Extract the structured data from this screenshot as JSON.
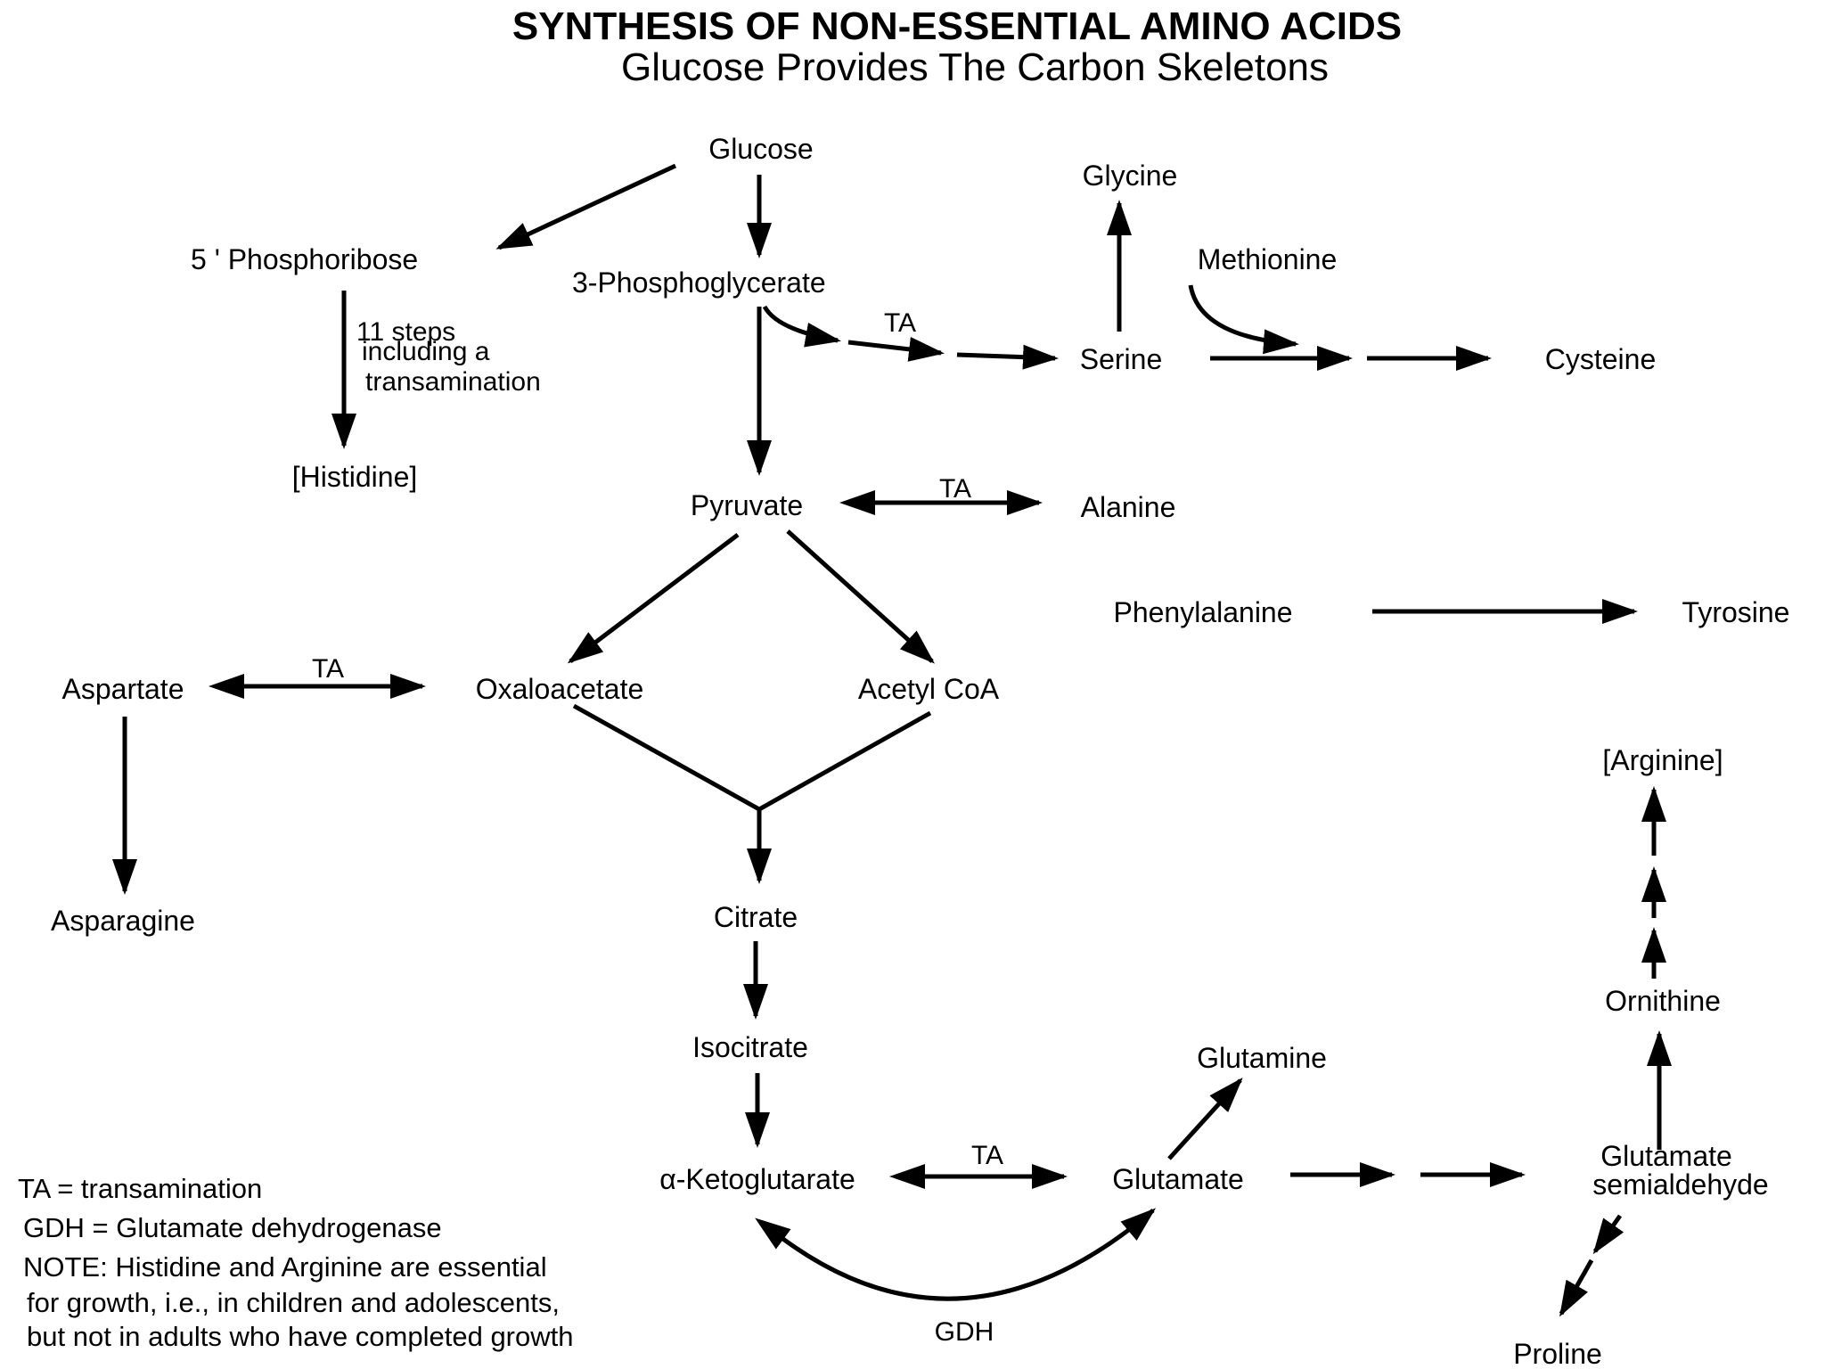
{
  "header": {
    "title": "SYNTHESIS OF NON-ESSENTIAL AMINO ACIDS",
    "subtitle": "Glucose Provides The Carbon Skeletons"
  },
  "nodes": {
    "glucose": "Glucose",
    "phosphoribose": "5 ' Phosphoribose",
    "phosphoglycerate": "3-Phosphoglycerate",
    "glycine": "Glycine",
    "methionine": "Methionine",
    "serine": "Serine",
    "cysteine": "Cysteine",
    "histidine": "[Histidine]",
    "pyruvate": "Pyruvate",
    "alanine": "Alanine",
    "phenylalanine": "Phenylalanine",
    "tyrosine": "Tyrosine",
    "aspartate": "Aspartate",
    "oxaloacetate": "Oxaloacetate",
    "acetyl_coa": "Acetyl CoA",
    "arginine": "[Arginine]",
    "asparagine": "Asparagine",
    "citrate": "Citrate",
    "ornithine": "Ornithine",
    "isocitrate": "Isocitrate",
    "glutamine": "Glutamine",
    "alpha_kg": "α-Ketoglutarate",
    "glutamate": "Glutamate",
    "glutamate_semialdehyde_1": "Glutamate",
    "glutamate_semialdehyde_2": "semialdehyde",
    "proline": "Proline"
  },
  "edge_labels": {
    "steps_1": "11 steps",
    "steps_2": "including a",
    "steps_3": "transamination",
    "ta_serine": "TA",
    "ta_alanine": "TA",
    "ta_aspartate": "TA",
    "ta_glutamate": "TA",
    "gdh": "GDH"
  },
  "legend": {
    "line1": "TA = transamination",
    "line2": "GDH = Glutamate dehydrogenase",
    "line3": "NOTE: Histidine and Arginine are essential",
    "line4": "for growth, i.e., in children and adolescents,",
    "line5": "but not in adults who have completed growth"
  }
}
